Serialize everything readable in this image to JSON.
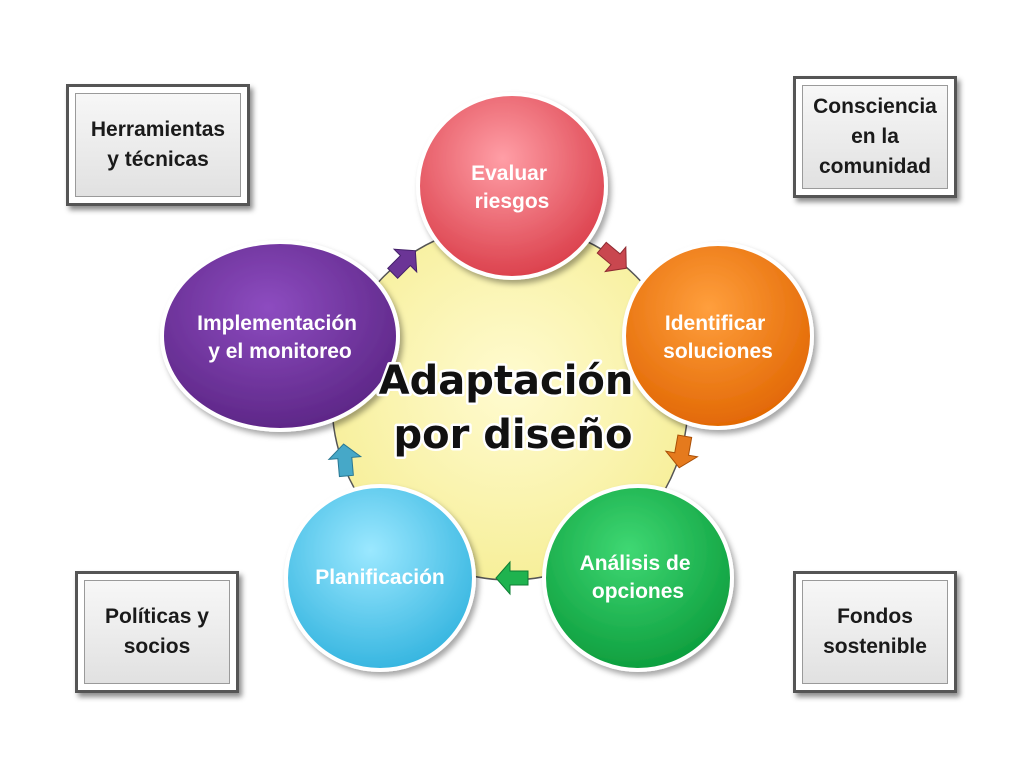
{
  "center": {
    "line1": "Adaptación",
    "line2": "por diseño"
  },
  "cycle": [
    {
      "key": "evaluar",
      "lines": [
        "Evaluar",
        "riesgos"
      ],
      "color": "#e8505b"
    },
    {
      "key": "identificar",
      "lines": [
        "Identificar",
        "soluciones"
      ],
      "color": "#f07a12"
    },
    {
      "key": "analisis",
      "lines": [
        "Análisis de",
        "opciones"
      ],
      "color": "#16b24a"
    },
    {
      "key": "planificacion",
      "lines": [
        "Planificación"
      ],
      "color": "#3cc0e6"
    },
    {
      "key": "implementacion",
      "lines": [
        "Implementación",
        "y el monitoreo"
      ],
      "color": "#6b2f96"
    }
  ],
  "side_boxes": {
    "top_left": "Herramientas\ny técnicas",
    "top_right": "Consciencia\nen la\ncomunidad",
    "bottom_left": "Políticas y\nsocios",
    "bottom_right": "Fondos\nsostenible"
  }
}
